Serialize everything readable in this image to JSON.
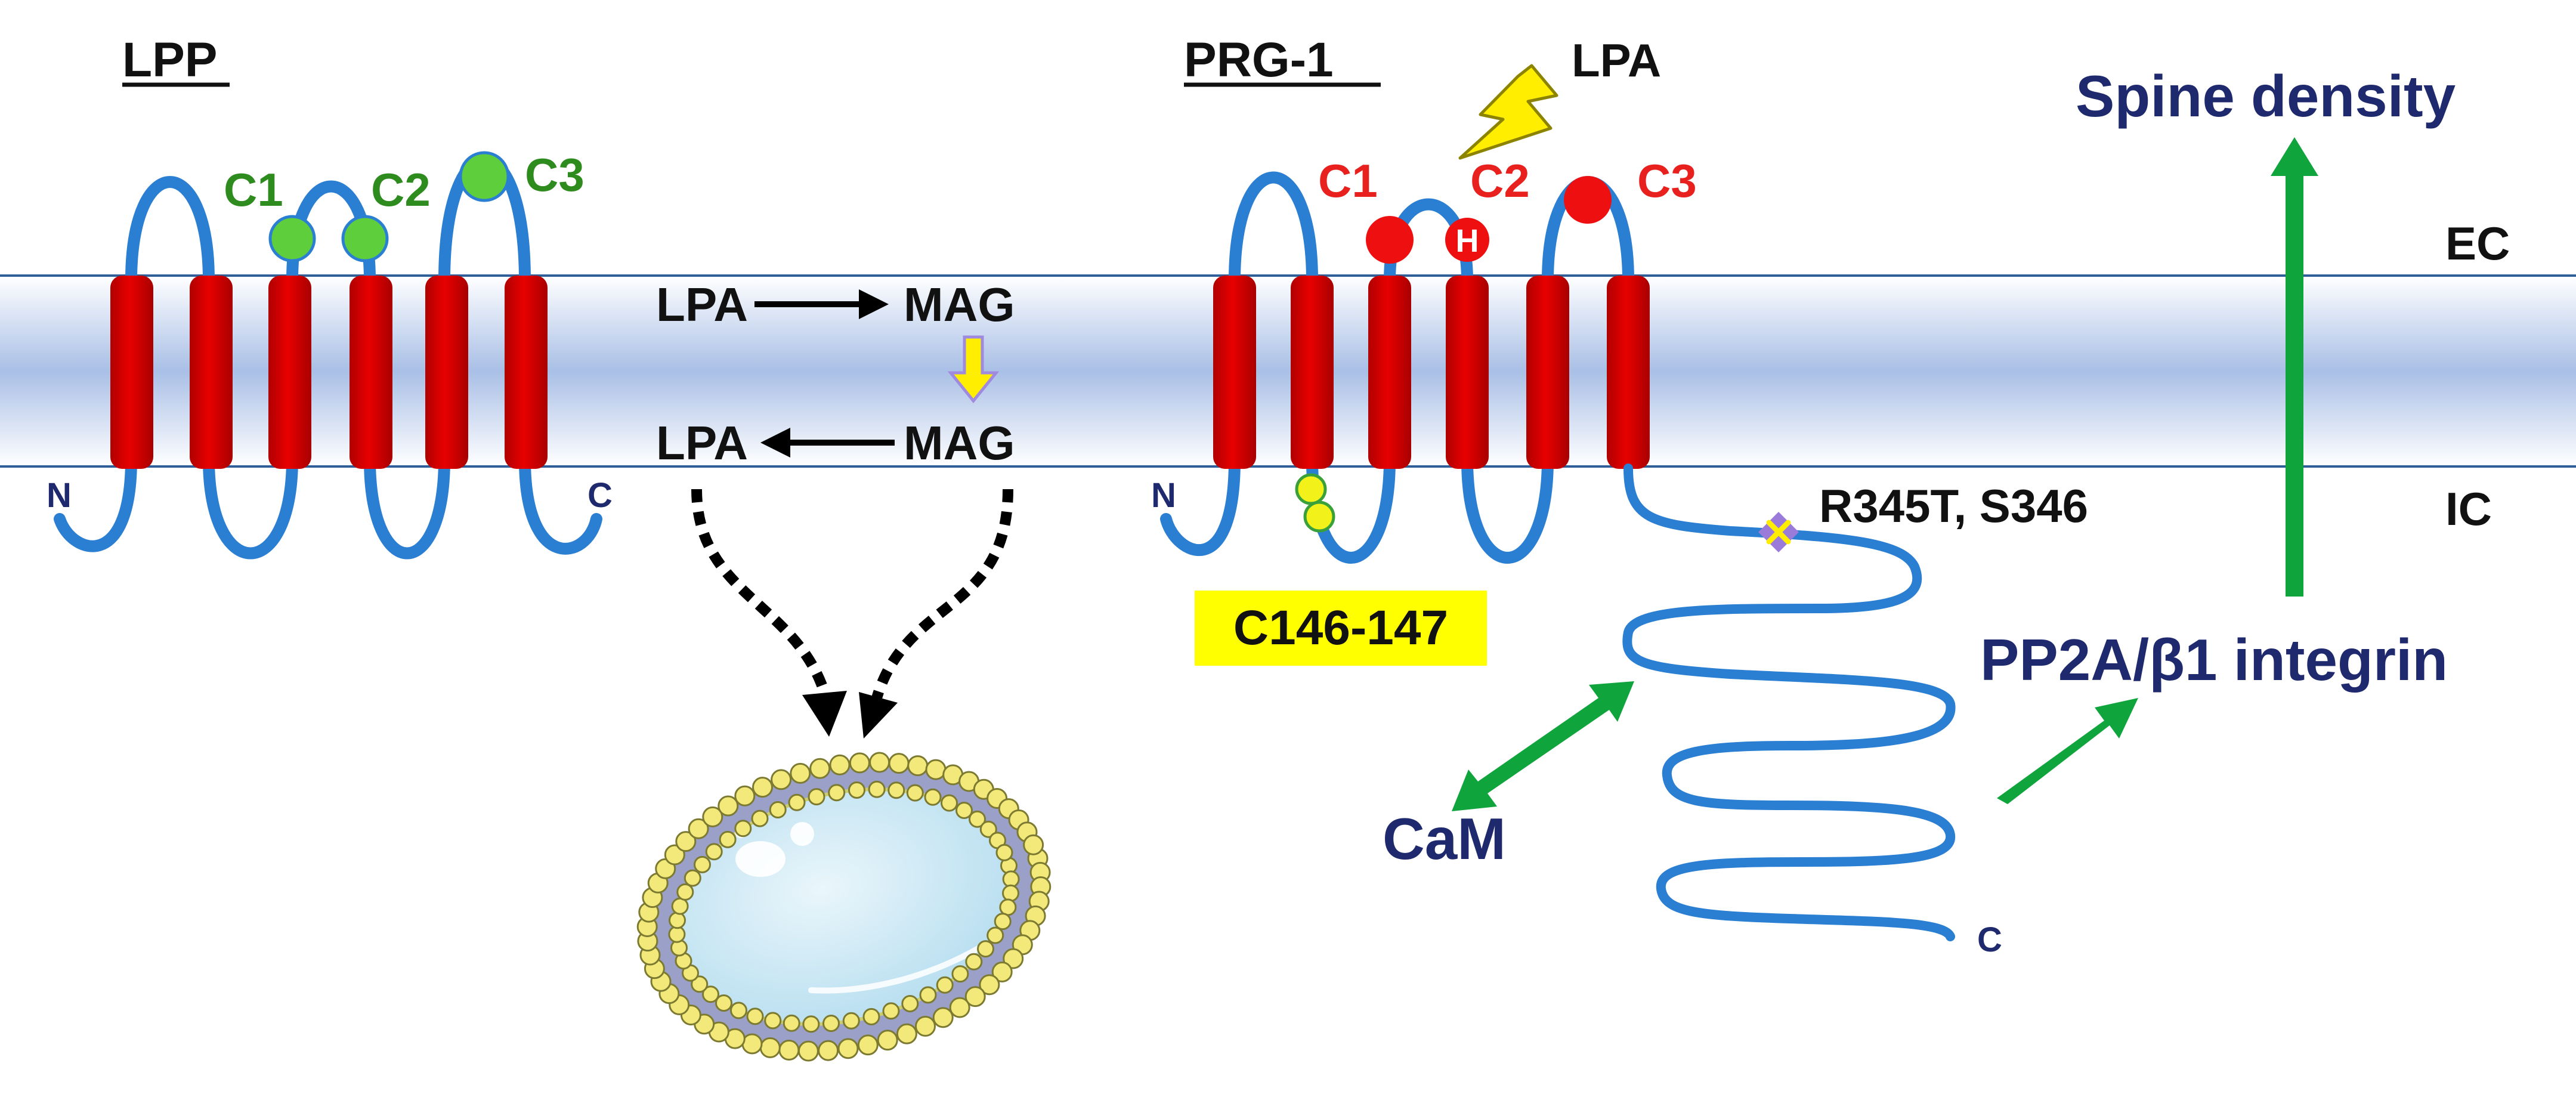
{
  "lpp": {
    "title": "LPP",
    "c1": "C1",
    "c2": "C2",
    "c3": "C3",
    "n_term": "N",
    "c_term": "C"
  },
  "prg1": {
    "title": "PRG-1",
    "c1": "C1",
    "c2": "C2",
    "c3": "C3",
    "histidine": "H",
    "n_term": "N",
    "c_term": "C",
    "palmitoylation_box": "C146-147",
    "mutation_sites": "R345T, S346"
  },
  "middle": {
    "lpa_top": "LPA",
    "mag_top": "MAG",
    "lpa_bottom": "LPA",
    "mag_bottom": "MAG"
  },
  "lpa_signal": "LPA",
  "compartments": {
    "extracellular": "EC",
    "intracellular": "IC"
  },
  "effects": {
    "spine_density": "Spine density",
    "pp2a_integrin": "PP2A/β1 integrin",
    "cam": "CaM"
  },
  "colors": {
    "helix": "#e00000",
    "loop": "#2a7fd3",
    "membrane": "#b8c9e8",
    "green_site": "#5fce3c",
    "red_site": "#ee1010",
    "arrow_green": "#10a43c",
    "highlight": "#ffff00"
  }
}
